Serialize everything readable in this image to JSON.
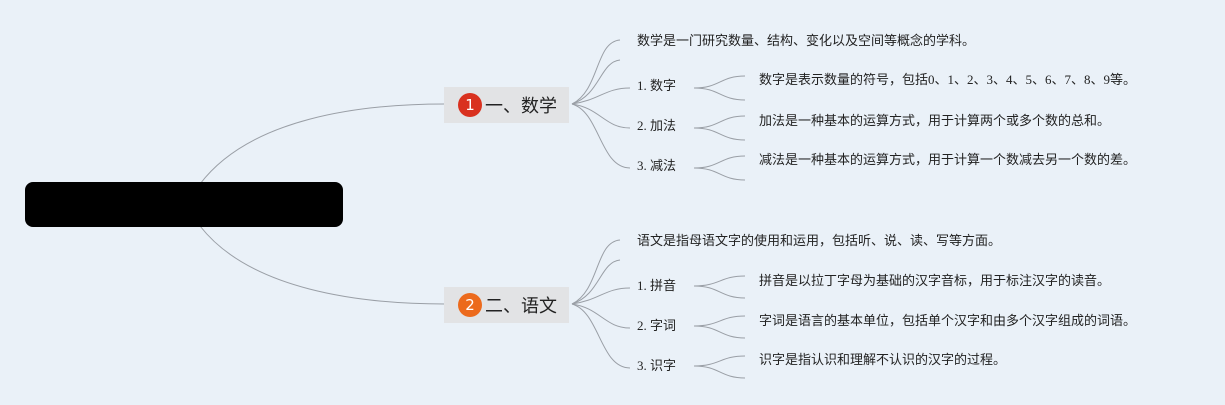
{
  "root": {
    "label": ""
  },
  "topics": [
    {
      "number": "1",
      "color": "#d9311f",
      "label": "一、数学",
      "intro": "数学是一门研究数量、结构、变化以及空间等概念的学科。",
      "subs": [
        {
          "label": "1. 数字",
          "desc": "数字是表示数量的符号，包括0、1、2、3、4、5、6、7、8、9等。"
        },
        {
          "label": "2. 加法",
          "desc": "加法是一种基本的运算方式，用于计算两个或多个数的总和。"
        },
        {
          "label": "3. 减法",
          "desc": "减法是一种基本的运算方式，用于计算一个数减去另一个数的差。"
        }
      ]
    },
    {
      "number": "2",
      "color": "#ec6a1c",
      "label": "二、语文",
      "intro": "语文是指母语文字的使用和运用，包括听、说、读、写等方面。",
      "subs": [
        {
          "label": "1. 拼音",
          "desc": "拼音是以拉丁字母为基础的汉字音标，用于标注汉字的读音。"
        },
        {
          "label": "2. 字词",
          "desc": "字词是语言的基本单位，包括单个汉字和由多个汉字组成的词语。"
        },
        {
          "label": "3. 识字",
          "desc": "识字是指认识和理解不认识的汉字的过程。"
        }
      ]
    }
  ]
}
